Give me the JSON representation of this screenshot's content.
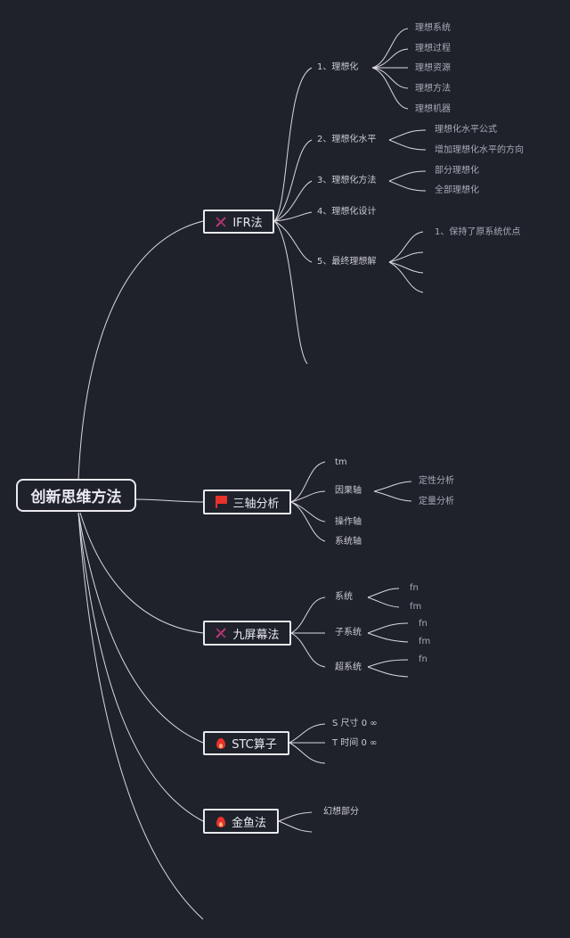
{
  "root": {
    "label": "创新思维方法"
  },
  "topics": {
    "ifr": {
      "label": "IFR法",
      "icon": "tools-icon",
      "children": {
        "c1": {
          "label": "1、理想化",
          "items": [
            "理想系统",
            "理想过程",
            "理想资源",
            "理想方法",
            "理想机器"
          ]
        },
        "c2": {
          "label": "2、理想化水平",
          "items": [
            "理想化水平公式",
            "增加理想化水平的方向"
          ]
        },
        "c3": {
          "label": "3、理想化方法",
          "items": [
            "部分理想化",
            "全部理想化"
          ]
        },
        "c4": {
          "label": "4、理想化设计"
        },
        "c5": {
          "label": "5、最终理想解",
          "items": [
            "1、保持了原系统优点"
          ]
        }
      }
    },
    "three_axis": {
      "label": "三轴分析",
      "icon": "flag-icon",
      "children": {
        "a1": {
          "label": "tm"
        },
        "a2": {
          "label": "因果轴",
          "items": [
            "定性分析",
            "定量分析"
          ]
        },
        "a3": {
          "label": "操作轴"
        },
        "a4": {
          "label": "系统轴"
        }
      }
    },
    "nine_screen": {
      "label": "九屏幕法",
      "icon": "tools-icon",
      "children": {
        "n1": {
          "label": "系统",
          "items": [
            "fn",
            "fm"
          ]
        },
        "n2": {
          "label": "子系统",
          "items": [
            "fn",
            "fm"
          ]
        },
        "n3": {
          "label": "超系统",
          "items": [
            "fn"
          ]
        }
      }
    },
    "stc": {
      "label": "STC算子",
      "icon": "fire-icon",
      "children": {
        "s1": {
          "label": "S 尺寸 0 ∞"
        },
        "s2": {
          "label": "T 时间 0 ∞"
        }
      }
    },
    "goldfish": {
      "label": "金鱼法",
      "icon": "fire-icon",
      "children": {
        "g1": {
          "label": "幻想部分"
        }
      }
    }
  },
  "colors": {
    "background": "#1f222b",
    "line": "#d9d9df",
    "text": "#c9c9d2",
    "icon_red": "#e8322c",
    "icon_magenta": "#c43a7a"
  }
}
